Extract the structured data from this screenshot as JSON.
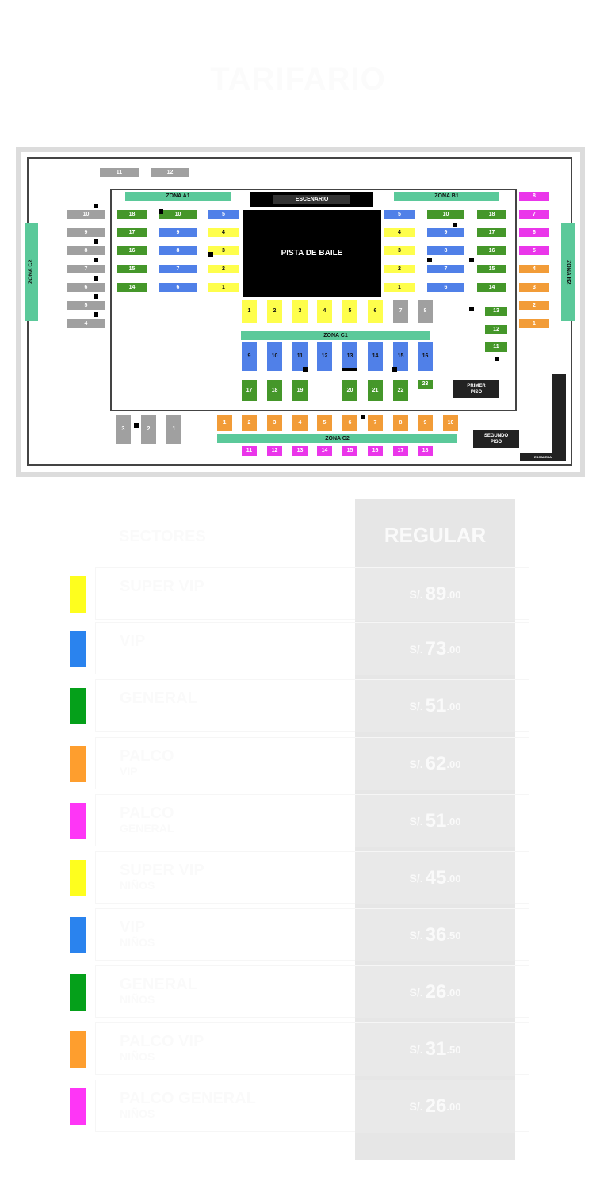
{
  "title": "TARIFARIO",
  "colors": {
    "green": "#45972a",
    "blue": "#5080e8",
    "yellow": "#fefe4c",
    "gray": "#a0a0a0",
    "magenta": "#ea36ea",
    "orange": "#f29c38",
    "teal": "#5bc99a",
    "black": "#000000"
  },
  "map": {
    "escenario": "ESCENARIO",
    "pista": "PISTA DE BAILE",
    "zona_a1": "ZONA A1",
    "zona_b1": "ZONA B1",
    "zona_c1": "ZONA C1",
    "zona_c2": "ZONA C2",
    "zona_c2_side": "ZONA C2",
    "zona_b2": "ZONA B2",
    "primer_piso": "PRIMER PISO",
    "segundo_piso": "SEGUNDO PISO",
    "escalera": "ESCALERA",
    "top_gray": [
      "11",
      "12"
    ],
    "left_gray": [
      "10",
      "9",
      "8",
      "7",
      "6",
      "5",
      "4"
    ],
    "left_col1": [
      "18",
      "17",
      "16",
      "15",
      "14"
    ],
    "left_col2": [
      "10",
      "9",
      "8",
      "7",
      "6"
    ],
    "left_col3": [
      "5",
      "4",
      "3",
      "2",
      "1"
    ],
    "right_col3": [
      "5",
      "4",
      "3",
      "2",
      "1"
    ],
    "right_col2": [
      "10",
      "9",
      "8",
      "7",
      "6"
    ],
    "right_col1": [
      "18",
      "17",
      "16",
      "15",
      "14"
    ],
    "far_right": [
      "8",
      "7",
      "6",
      "5",
      "4",
      "3",
      "2",
      "1"
    ],
    "front_row": [
      "1",
      "2",
      "3",
      "4",
      "5",
      "6",
      "7",
      "8"
    ],
    "c1_blue": [
      "9",
      "10",
      "11",
      "12",
      "13",
      "14",
      "15",
      "16"
    ],
    "c1_green": [
      "17",
      "18",
      "19",
      "20",
      "21",
      "22"
    ],
    "c1_extra": "23",
    "right_green": [
      "13",
      "12",
      "11"
    ],
    "bottom_gray": [
      "3",
      "2",
      "1"
    ],
    "bottom_orange": [
      "1",
      "2",
      "3",
      "4",
      "5",
      "6",
      "7",
      "8",
      "9",
      "10"
    ],
    "bottom_magenta": [
      "11",
      "12",
      "13",
      "14",
      "15",
      "16",
      "17",
      "18"
    ]
  },
  "table": {
    "header_sector": "SECTORES",
    "header_price": "REGULAR",
    "currency": "S/.",
    "rows": [
      {
        "name": "SUPER VIP",
        "sub": "",
        "color": "#fefe1e",
        "int": "89",
        "dec": ".00"
      },
      {
        "name": "VIP",
        "sub": "",
        "color": "#2a83ee",
        "int": "73",
        "dec": ".00"
      },
      {
        "name": "GENERAL",
        "sub": "",
        "color": "#05a01a",
        "int": "51",
        "dec": ".00"
      },
      {
        "name": "PALCO",
        "sub": "VIP",
        "color": "#fe9e2e",
        "int": "62",
        "dec": ".00"
      },
      {
        "name": "PALCO",
        "sub": "GENERAL",
        "color": "#fe36f6",
        "int": "51",
        "dec": ".00"
      },
      {
        "name": "SUPER VIP",
        "sub": "NIÑOS",
        "color": "#fefe1e",
        "int": "45",
        "dec": ".00"
      },
      {
        "name": "VIP",
        "sub": "NIÑOS",
        "color": "#2a83ee",
        "int": "36",
        "dec": ".50"
      },
      {
        "name": "GENERAL",
        "sub": "NIÑOS",
        "color": "#05a01a",
        "int": "26",
        "dec": ".00"
      },
      {
        "name": "PALCO VIP",
        "sub": "NIÑOS",
        "color": "#fe9e2e",
        "int": "31",
        "dec": ".50"
      },
      {
        "name": "PALCO GENERAL",
        "sub": "NIÑOS",
        "color": "#fe36f6",
        "int": "26",
        "dec": ".00"
      }
    ]
  }
}
